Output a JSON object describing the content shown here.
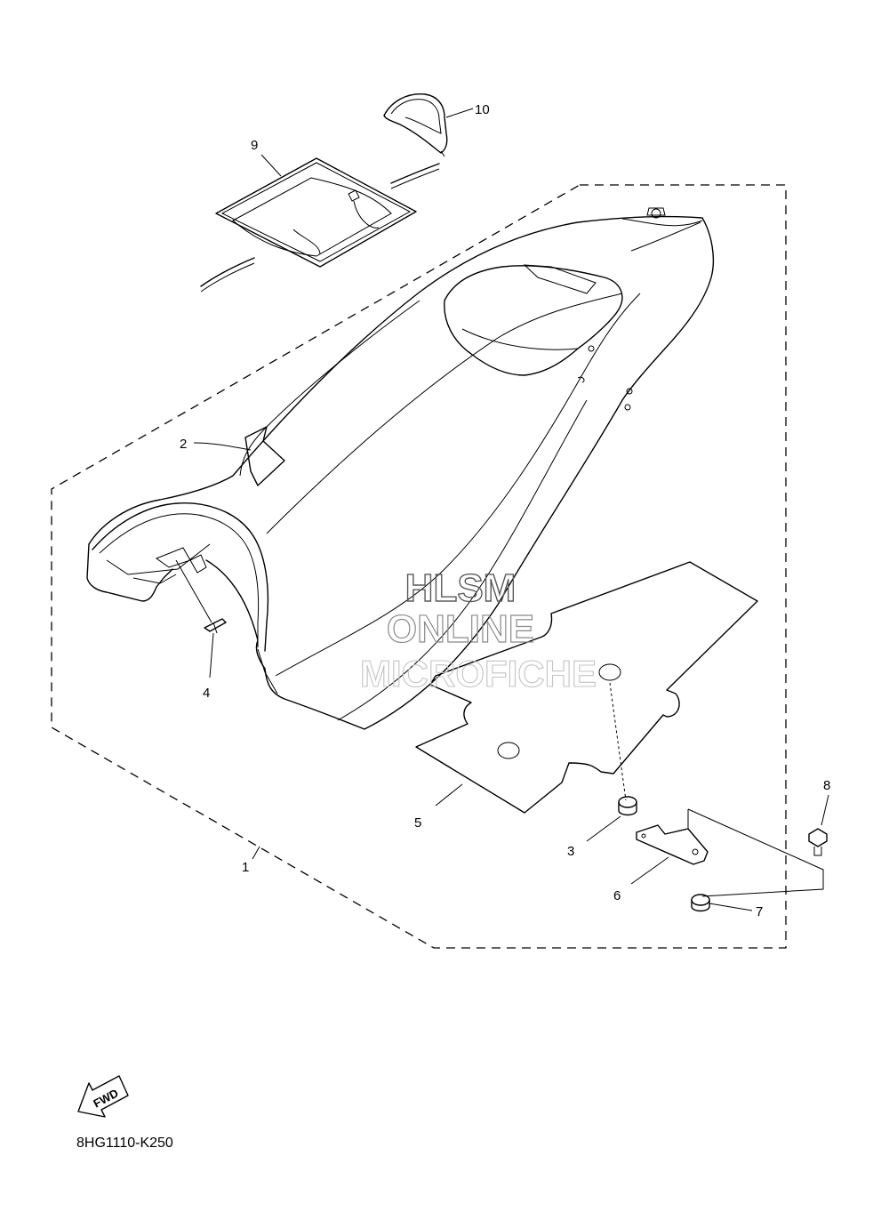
{
  "diagram": {
    "callouts": [
      {
        "id": "1",
        "label": "1"
      },
      {
        "id": "2",
        "label": "2"
      },
      {
        "id": "3",
        "label": "3"
      },
      {
        "id": "4",
        "label": "4"
      },
      {
        "id": "5",
        "label": "5"
      },
      {
        "id": "6",
        "label": "6"
      },
      {
        "id": "7",
        "label": "7"
      },
      {
        "id": "8",
        "label": "8"
      },
      {
        "id": "9",
        "label": "9"
      },
      {
        "id": "10",
        "label": "10"
      }
    ],
    "watermark": {
      "line1": "HLSM",
      "line2": "ONLINE",
      "line3": "MICROFICHE"
    },
    "fwd_label": "FWD",
    "drawing_code": "8HG1110-K250"
  }
}
